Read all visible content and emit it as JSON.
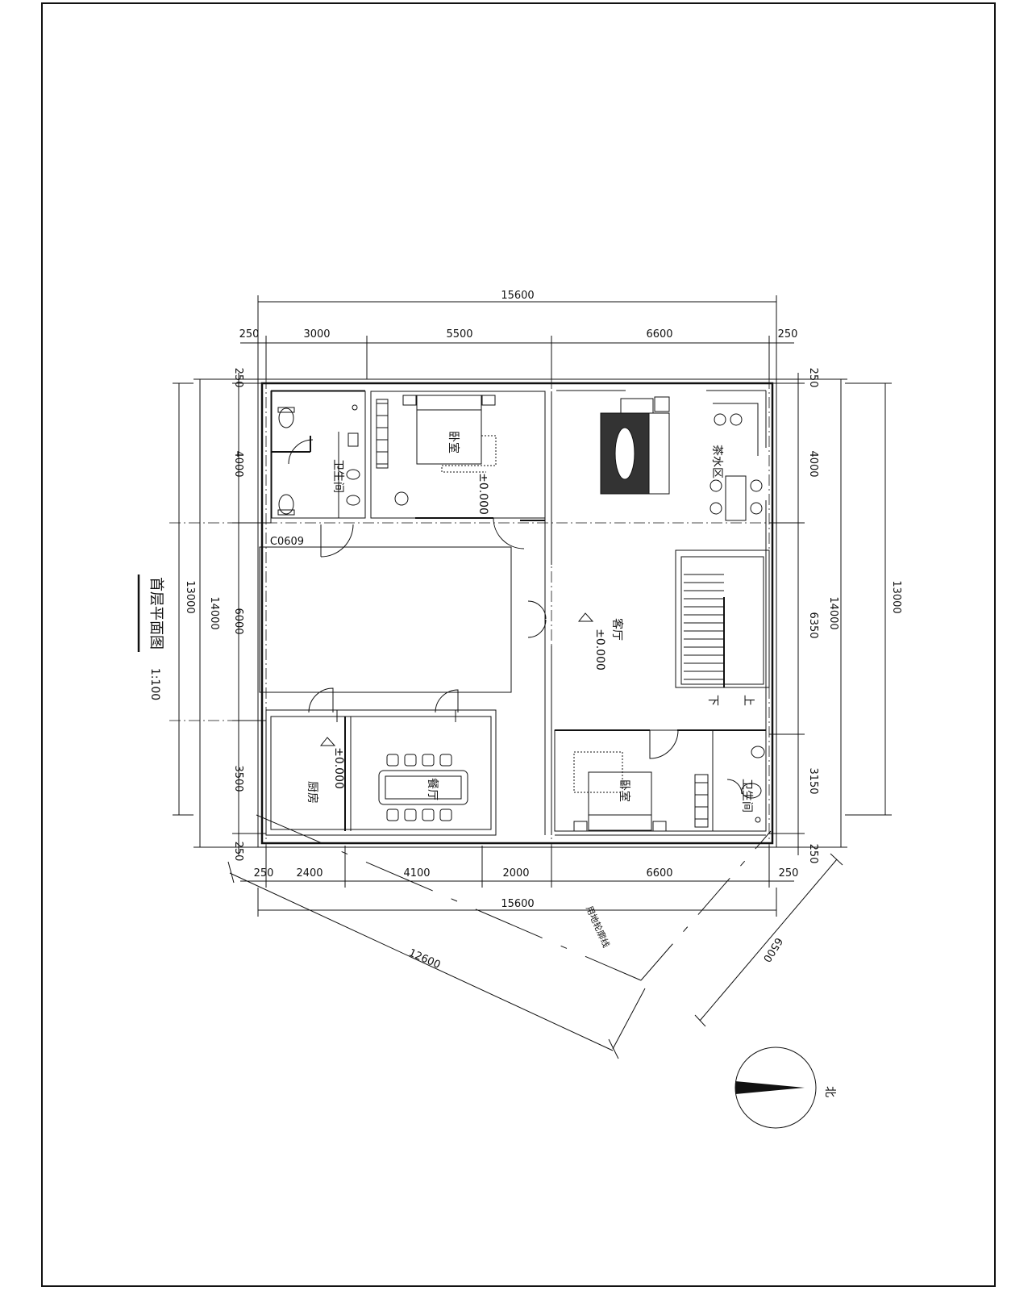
{
  "drawing": {
    "title": "首层平面图",
    "scale": "1:100",
    "north_label": "北",
    "boundary_label": "用地轮廓线"
  },
  "dimensions": {
    "top_total": "15600",
    "top_segments": [
      "250",
      "3000",
      "5500",
      "6600",
      "250"
    ],
    "bottom_segments": [
      "250",
      "2400",
      "4100",
      "2000",
      "6600",
      "250"
    ],
    "bottom_total": "15600",
    "left_segments": [
      "250",
      "4000",
      "6000",
      "3500",
      "250"
    ],
    "left_outer": "14000",
    "left_overall": "13000",
    "right_segments": [
      "250",
      "4000",
      "6350",
      "3150",
      "250"
    ],
    "right_outer": "14000",
    "right_overall": "13000",
    "site_length": "12600",
    "site_width": "6500"
  },
  "rooms": {
    "bath_nw": "卫生间",
    "bedroom_n": "卧室",
    "level_bedroom_n": "±0.000",
    "tea_room": "茶水区",
    "living": "客厅",
    "level_living": "±0.000",
    "window_code": "C0609",
    "kitchen": "厨房",
    "level_kitchen": "±0.000",
    "dining": "餐厅",
    "bedroom_s": "卧室",
    "bath_se": "卫生间",
    "stair_down": "下",
    "stair_up": "上"
  }
}
